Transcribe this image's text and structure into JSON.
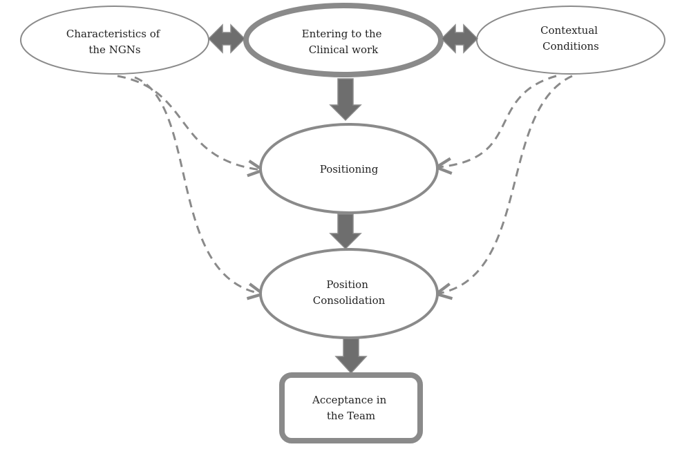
{
  "diagram": {
    "nodes": {
      "characteristics": {
        "line1": "Characteristics of",
        "line2": "the NGNs"
      },
      "entering": {
        "line1": "Entering to the",
        "line2": "Clinical work"
      },
      "contextual": {
        "line1": "Contextual",
        "line2": "Conditions"
      },
      "positioning": {
        "line1": "Positioning"
      },
      "consolidation": {
        "line1": "Position",
        "line2": "Consolidation"
      },
      "acceptance": {
        "line1": "Acceptance in",
        "line2": "the Team"
      }
    },
    "colors": {
      "stroke": "#8a8a8a",
      "arrow_fill": "#6e6e6e",
      "text": "#222222",
      "background": "#ffffff"
    }
  }
}
